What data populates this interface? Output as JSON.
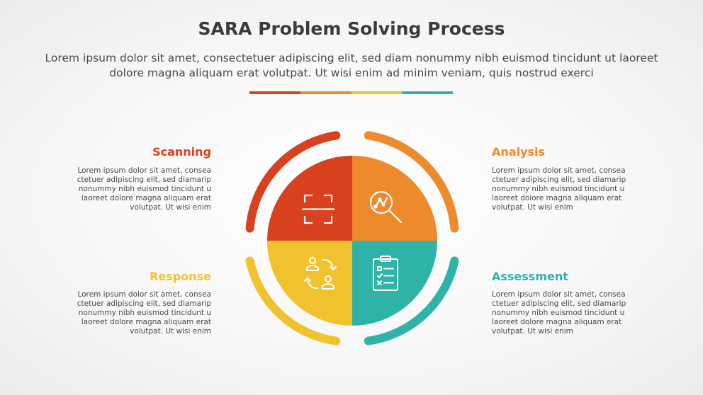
{
  "title": "SARA Problem Solving Process",
  "subtitle": "Lorem ipsum dolor sit amet, consectetuer adipiscing elit, sed diam nonummy nibh euismod tincidunt ut laoreet dolore magna aliquam erat volutpat. Ut wisi enim ad minim veniam, quis nostrud exerci",
  "divider_colors": [
    "#d9411e",
    "#ef8a2c",
    "#f2c12e",
    "#2fb3a8"
  ],
  "steps": [
    {
      "label": "Scanning",
      "color": "#d9411e",
      "icon": "scan-frame-icon",
      "text": "Lorem ipsum dolor sit amet, consea ctetuer adipiscing elit, sed diamarip nonummy nibh euismod tincidunt u laoreet dolore magna aliquam erat volutpat. Ut wisi enim"
    },
    {
      "label": "Analysis",
      "color": "#ef8a2c",
      "icon": "magnifier-chart-icon",
      "text": "Lorem ipsum dolor sit amet, consea ctetuer adipiscing elit, sed diamarip nonummy nibh euismod tincidunt u laoreet dolore magna aliquam erat volutpat. Ut wisi enim"
    },
    {
      "label": "Response",
      "color": "#f2c12e",
      "icon": "people-exchange-icon",
      "text": "Lorem ipsum dolor sit amet, consea ctetuer adipiscing elit, sed diamarip nonummy nibh euismod tincidunt u laoreet dolore magna aliquam erat volutpat. Ut wisi enim"
    },
    {
      "label": "Assessment",
      "color": "#2fb3a8",
      "icon": "clipboard-checklist-icon",
      "text": "Lorem ipsum dolor sit amet, consea ctetuer adipiscing elit, sed diamarip nonummy nibh euismod tincidunt u laoreet dolore magna aliquam erat volutpat. Ut wisi enim"
    }
  ]
}
